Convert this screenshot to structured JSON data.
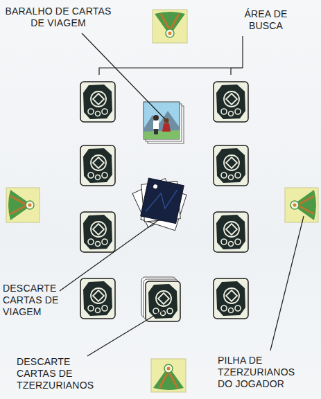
{
  "diagram": {
    "labels": [
      "BARALHO DE CARTAS DE VIAGEM",
      "ÁREA DE BUSCA",
      "DESCARTE CARTAS DE VIAGEM",
      "DESCARTE CARTAS DE TZERZURIANOS",
      "PILHA DE TZERZURIANOS DO JOGADOR"
    ]
  }
}
